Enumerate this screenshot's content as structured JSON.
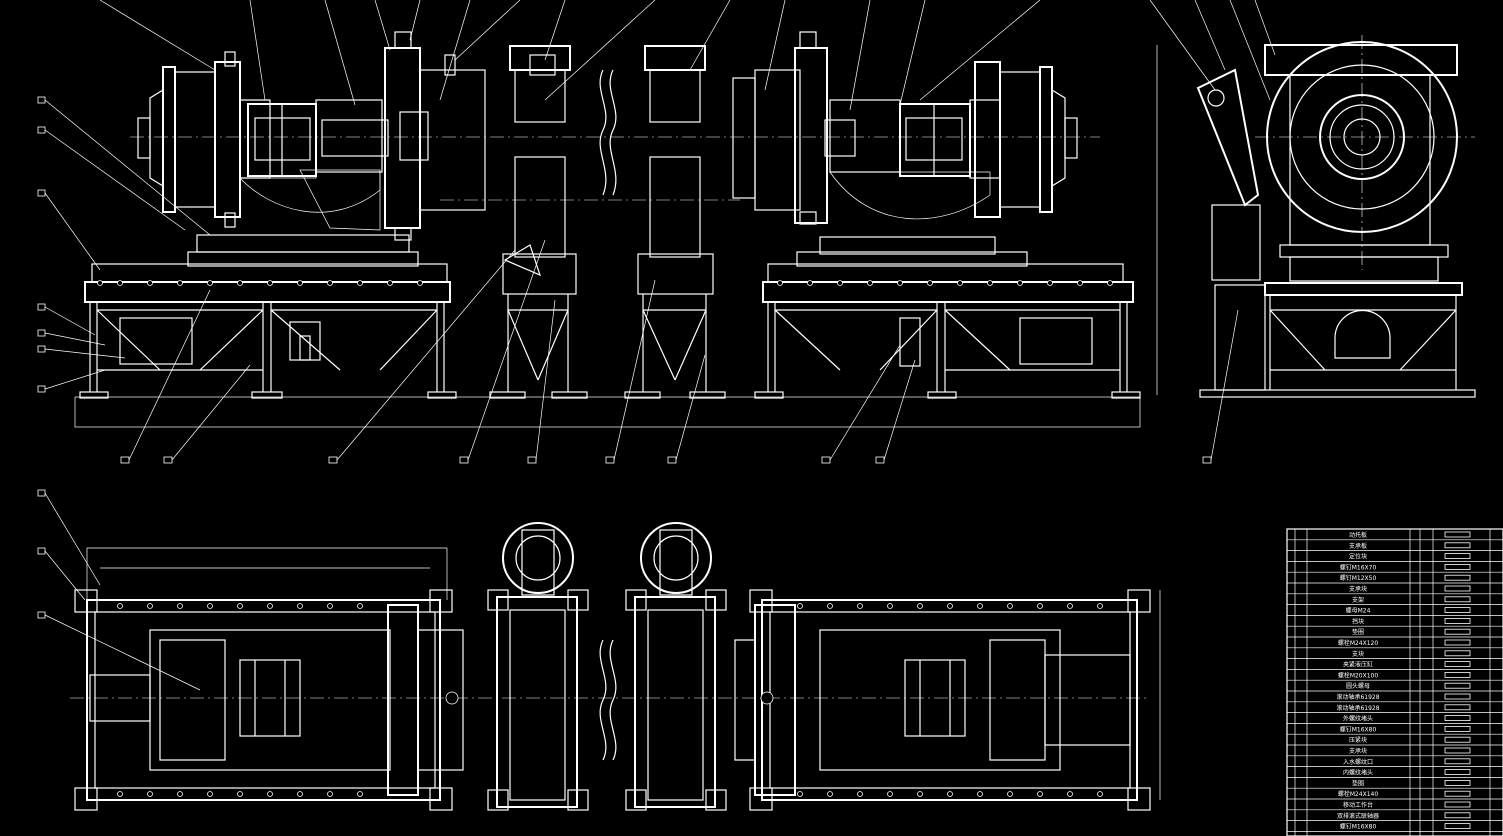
{
  "drawing": {
    "colors": {
      "background": "#000000",
      "lines": "#ffffff"
    },
    "bom": {
      "rows": [
        "动托板",
        "支承板",
        "定位块",
        "螺钉M16X70",
        "螺钉M12X50",
        "支承块",
        "支架",
        "螺母M24",
        "挡块",
        "垫圈",
        "螺栓M24X120",
        "支块",
        "夹紧液压缸",
        "螺栓M20X100",
        "圆头螺母",
        "滚动轴承61928",
        "滚动轴承61928",
        "外螺纹堵头",
        "螺钉M16X80",
        "压紧块",
        "支承块",
        "入水螺纹口",
        "内螺纹堵头",
        "垫圈",
        "螺栓M24X140",
        "移动工作台",
        "双排滚式联轴器",
        "螺钉M16X80"
      ]
    }
  }
}
